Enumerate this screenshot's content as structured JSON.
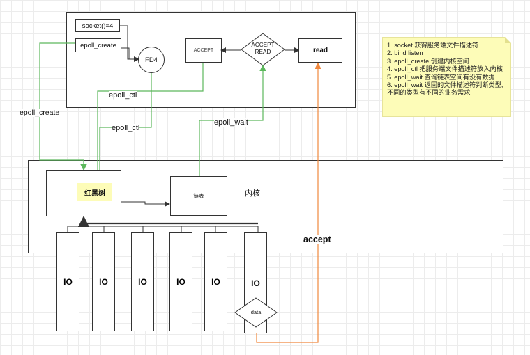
{
  "top_frame": {
    "socket_label": "socket()=4",
    "epoll_create_label": "epoll_create",
    "fd_label": "FD4",
    "accept_box_label": "ACCEPT",
    "decision_line1": "ACCEPT",
    "decision_line2": "READ",
    "read_label": "read"
  },
  "connectors": {
    "epoll_create": "epoll_create",
    "epoll_ctl_upper": "epoll_ctl",
    "epoll_ctl_lower": "epoll_ctl",
    "epoll_wait": "epoll_wait",
    "accept": "accept"
  },
  "kernel": {
    "rbtree_label": "红黑树",
    "ready_list_label": "链表",
    "kernel_label": "内核"
  },
  "io_devices": [
    {
      "label": "IO"
    },
    {
      "label": "IO"
    },
    {
      "label": "IO"
    },
    {
      "label": "IO"
    },
    {
      "label": "IO"
    },
    {
      "label": "IO"
    }
  ],
  "data_label": "data",
  "note": {
    "lines": [
      "1. socket 获得服务端文件描述符",
      "2. bind listen",
      "3. epoll_create 创建内核空间",
      "4. epoll_ctl 把服务端文件描述符放入内核",
      "5. epoll_wait 查询链表空间有没有数据",
      "6. epoll_wait 返回的文件描述符判断类型,",
      "不同的类型有不同的业务需求"
    ],
    "color": "#fdfcb8"
  },
  "colors": {
    "green": "#5cb85c",
    "orange": "#f0883e",
    "dark": "#333333"
  }
}
